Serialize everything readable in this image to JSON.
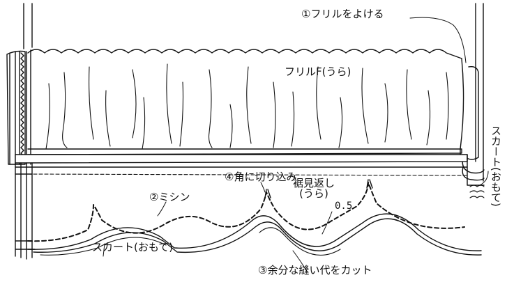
{
  "labels": {
    "frill_move": "①フリルをよける",
    "frill_front": "フリルF(うら)",
    "corner_cut": "④角に切り込み",
    "facing_line1": "裾見返し",
    "facing_line2": "(うら)",
    "seam_allowance": "0.5",
    "machine": "②ミシン",
    "skirt_front_bottom": "スカート(おもて)",
    "trim": "③余分な縫い代をカット",
    "skirt_front_side": "スカート(おもて)"
  },
  "colors": {
    "line": "#111111",
    "background": "#ffffff"
  }
}
